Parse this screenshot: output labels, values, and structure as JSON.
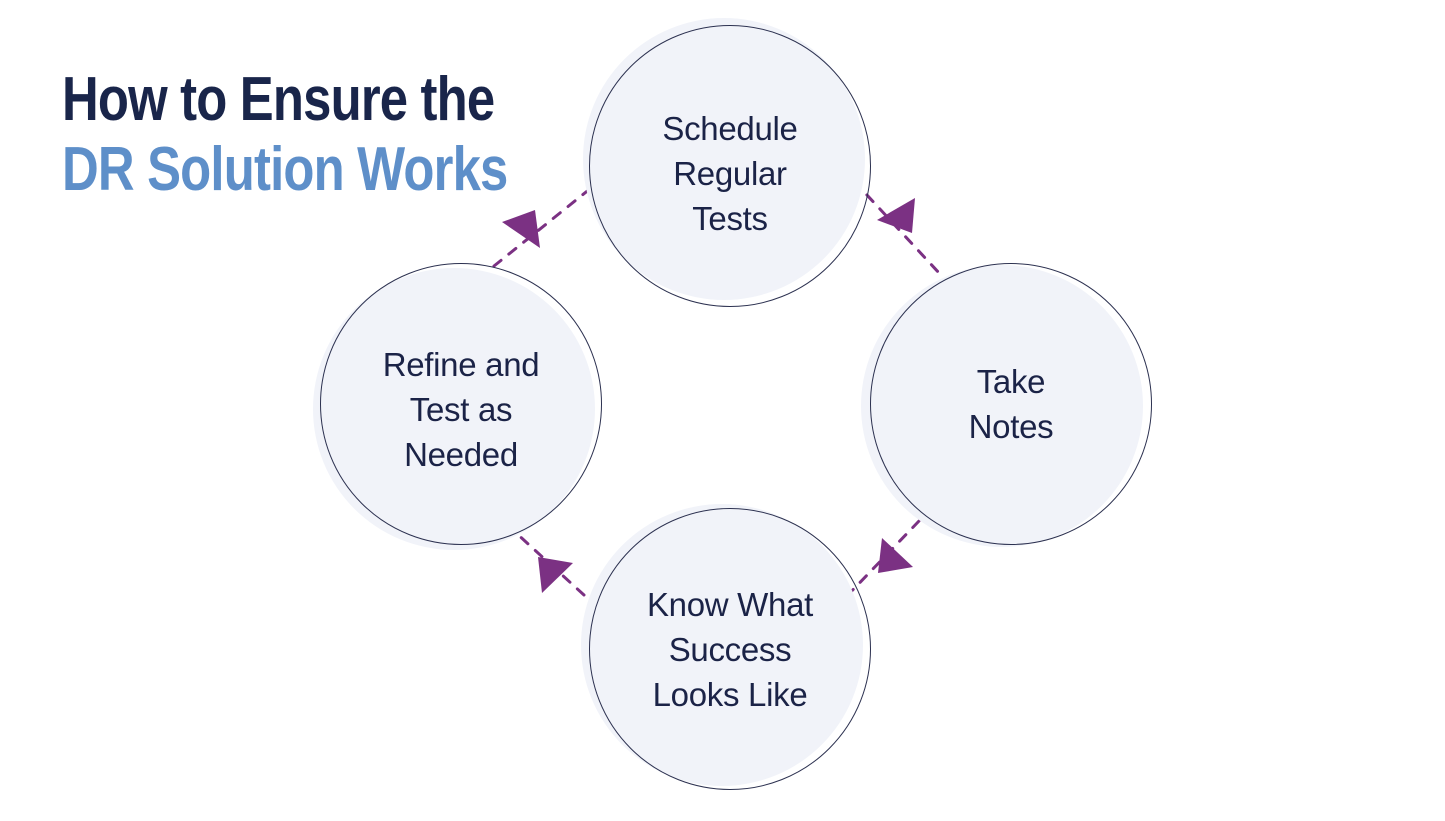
{
  "title": {
    "line1": "How to Ensure the",
    "line2": "DR Solution Works"
  },
  "cycle": {
    "type": "cycle-diagram",
    "direction": "clockwise",
    "nodes": [
      {
        "id": "schedule-regular-tests",
        "position": "top",
        "label": "Schedule Regular Tests",
        "lines": [
          "Schedule",
          "Regular",
          "Tests"
        ]
      },
      {
        "id": "take-notes",
        "position": "right",
        "label": "Take Notes",
        "lines": [
          "Take",
          "Notes",
          ""
        ]
      },
      {
        "id": "know-what-success-looks-like",
        "position": "bottom",
        "label": "Know What Success Looks Like",
        "lines": [
          "Know What",
          "Success",
          "Looks Like"
        ]
      },
      {
        "id": "refine-and-test-as-needed",
        "position": "left",
        "label": "Refine and Test as Needed",
        "lines": [
          "Refine and",
          "Test as",
          "Needed"
        ]
      }
    ]
  },
  "colors": {
    "background": "#ffffff",
    "title_primary": "#19254a",
    "title_accent": "#5e8fc9",
    "node_fill": "#f1f3f9",
    "node_outline": "#2c3150",
    "node_text": "#1b2347",
    "arrow": "#7b3183"
  }
}
